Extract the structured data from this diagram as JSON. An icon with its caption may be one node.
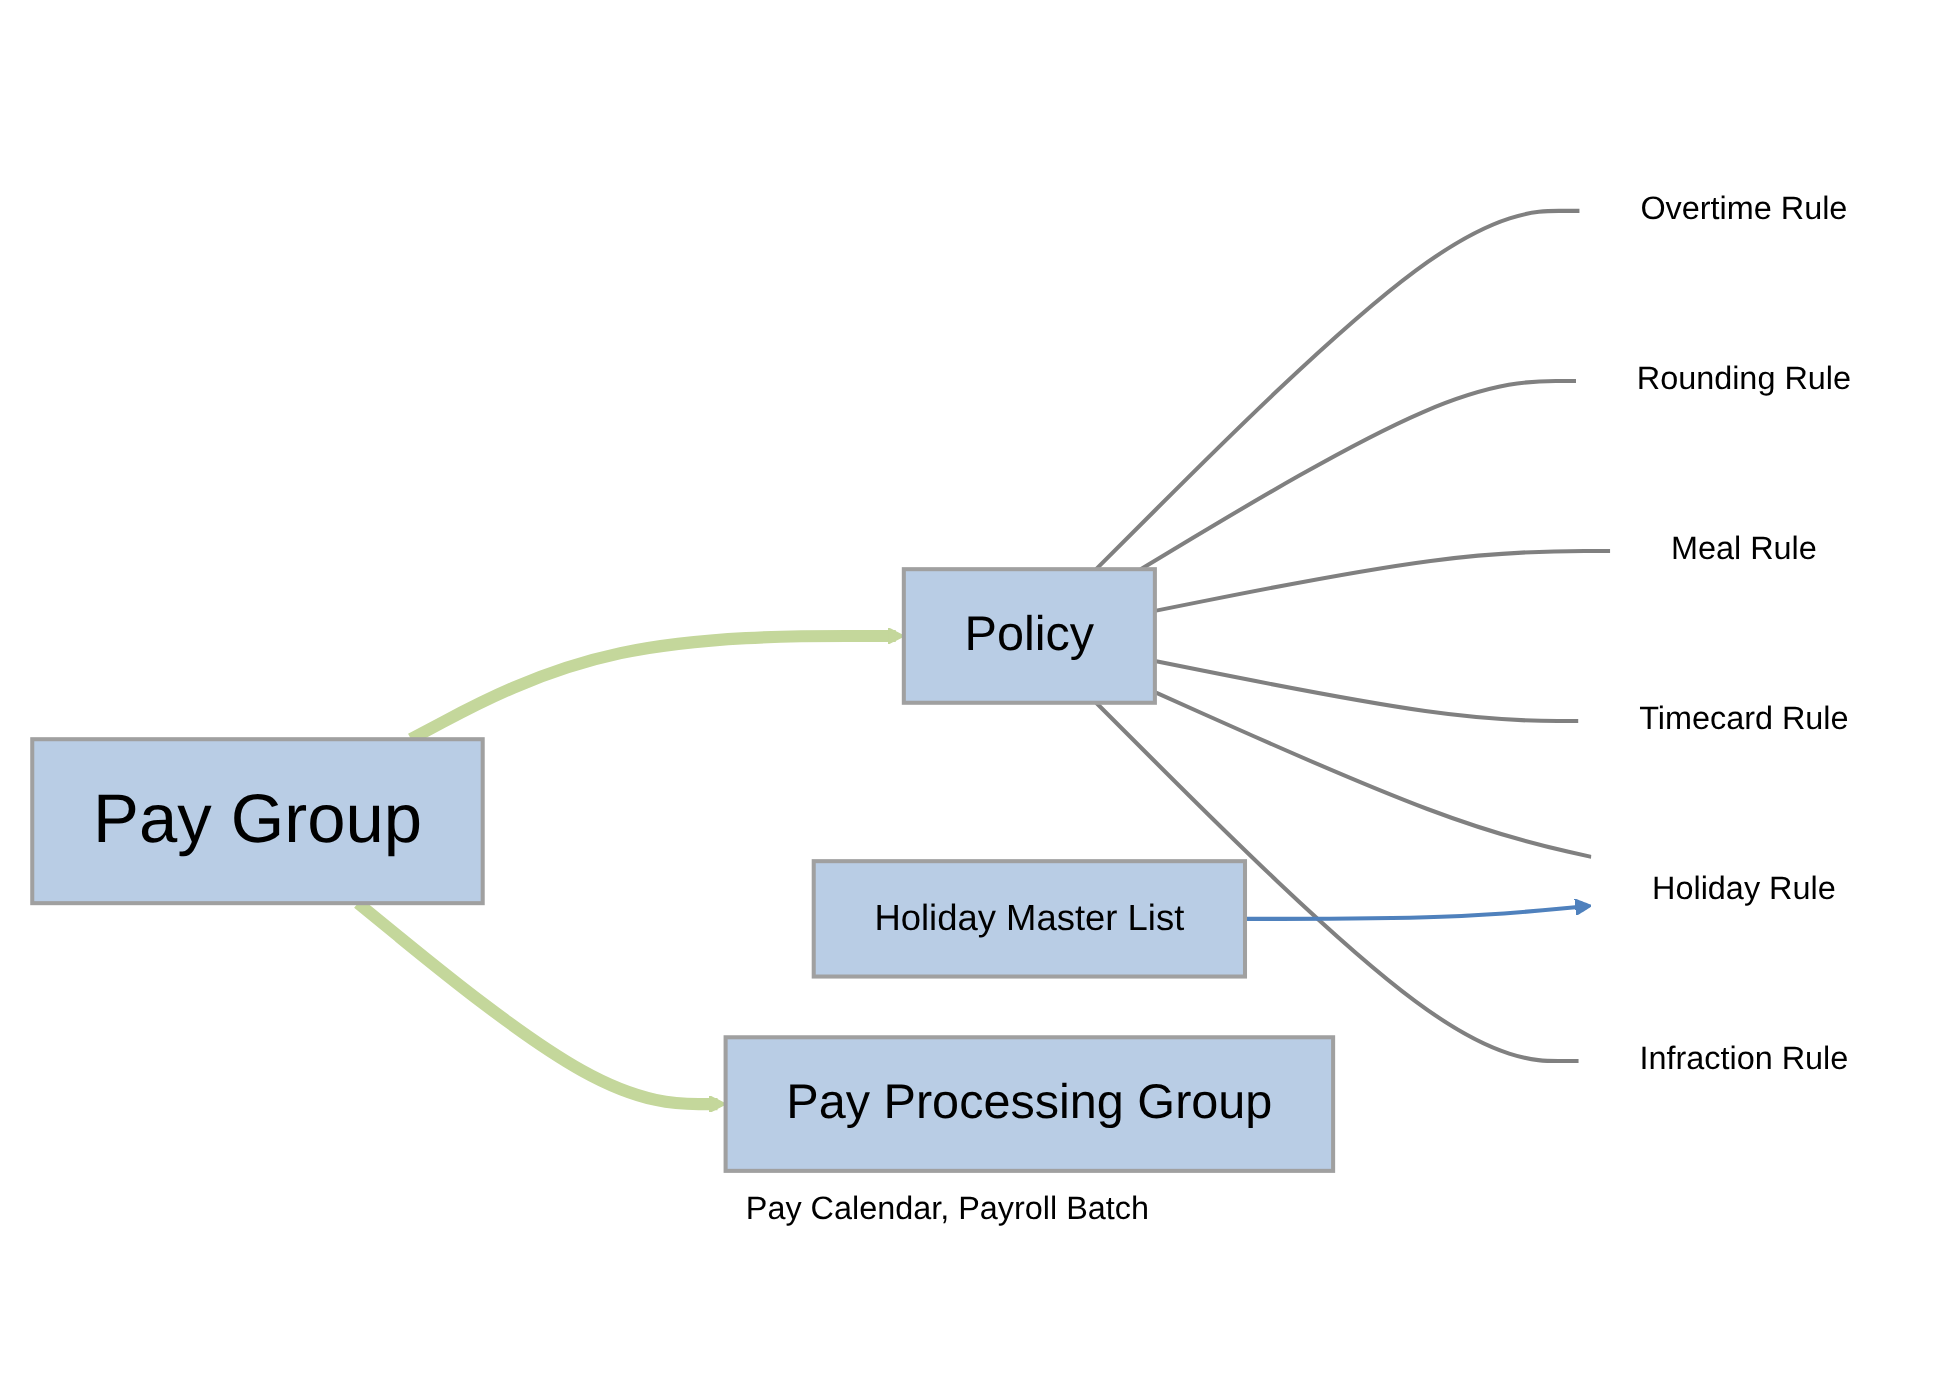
{
  "diagram": {
    "nodes": [
      {
        "text": [
          "Pay Group"
        ]
      },
      {
        "text": [
          "Pay Processing Group"
        ],
        "beside": [
          "Pay Calendar, Payroll Batch"
        ]
      },
      {
        "text": [
          "Policy"
        ]
      },
      {
        "text": [
          "Overtime Rule"
        ]
      },
      {
        "text": [
          "Rounding Rule"
        ]
      },
      {
        "text": [
          "Meal Rule"
        ]
      },
      {
        "text": [
          "Timecard Rule"
        ]
      },
      {
        "text": [
          "Holiday Rule"
        ]
      },
      {
        "text": [
          "Infraction Rule"
        ]
      },
      {
        "text": [
          "Holiday Master List"
        ]
      }
    ],
    "edges": [
      {
        "from": 0,
        "to": 1,
        "arrow": "to",
        "style": "thick",
        "color": "#c4d79b"
      },
      {
        "from": 0,
        "to": 2,
        "arrow": "to",
        "style": "thick",
        "color": "#c4d79b"
      },
      {
        "from": 2,
        "to": 3,
        "arrow": "none"
      },
      {
        "from": 2,
        "to": 4,
        "arrow": "none"
      },
      {
        "from": 2,
        "to": 5,
        "arrow": "none"
      },
      {
        "from": 2,
        "to": 6,
        "arrow": "none"
      },
      {
        "from": 2,
        "to": 7,
        "arrow": "none"
      },
      {
        "from": 2,
        "to": 8,
        "arrow": "none"
      },
      {
        "from": 9,
        "to": 7,
        "arrow": "to",
        "color": "#4f81bd"
      }
    ]
  }
}
